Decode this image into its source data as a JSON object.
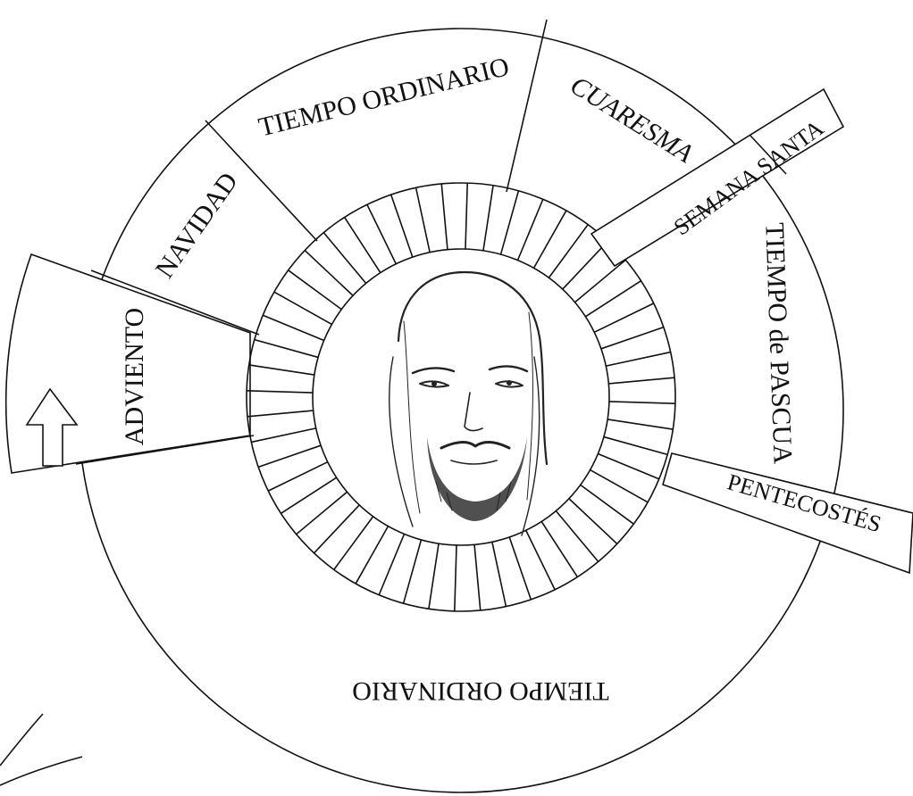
{
  "diagram": {
    "segments": {
      "adviento": "ADVIENTO",
      "navidad": "NAVIDAD",
      "ordinario_top": "TIEMPO ORDINARIO",
      "cuaresma": "CUARESMA",
      "semana_santa": "SEMANA SANTA",
      "pascua": "TIEMPO de PASCUA",
      "pentecostes": "PENTECOSTÉS",
      "ordinario_bottom": "TIEMPO ORDINARIO"
    },
    "week_cells": 52,
    "center_image": "portrait",
    "arrow_icon": "up-arrow-icon"
  }
}
